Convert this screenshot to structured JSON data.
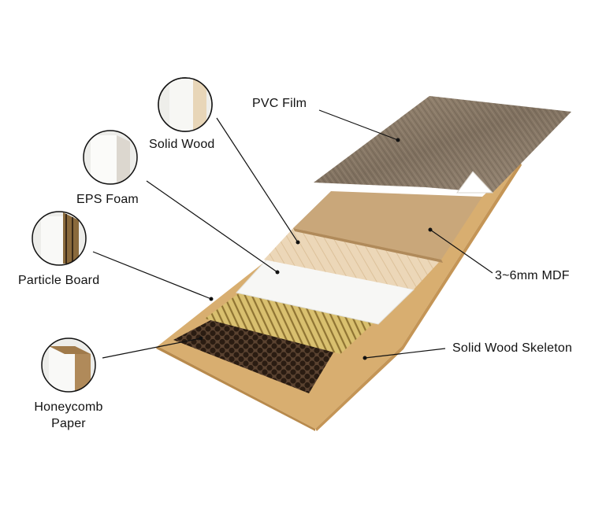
{
  "labels": {
    "pvc_film": "PVC Film",
    "solid_wood": "Solid Wood",
    "eps_foam": "EPS Foam",
    "particle_board": "Particle Board",
    "honeycomb_paper": "Honeycomb\nPaper",
    "mdf": "3~6mm MDF",
    "skeleton": "Solid Wood Skeleton"
  },
  "colors": {
    "pvc_wood": "#8f7f6c",
    "mdf": "#c9a77a",
    "solid_wood": "#e9d3b3",
    "eps_foam": "#f7f7f5",
    "particle_board": "#c7a85b",
    "honeycomb": "#4a3628",
    "frame": "#d6ac6c"
  }
}
